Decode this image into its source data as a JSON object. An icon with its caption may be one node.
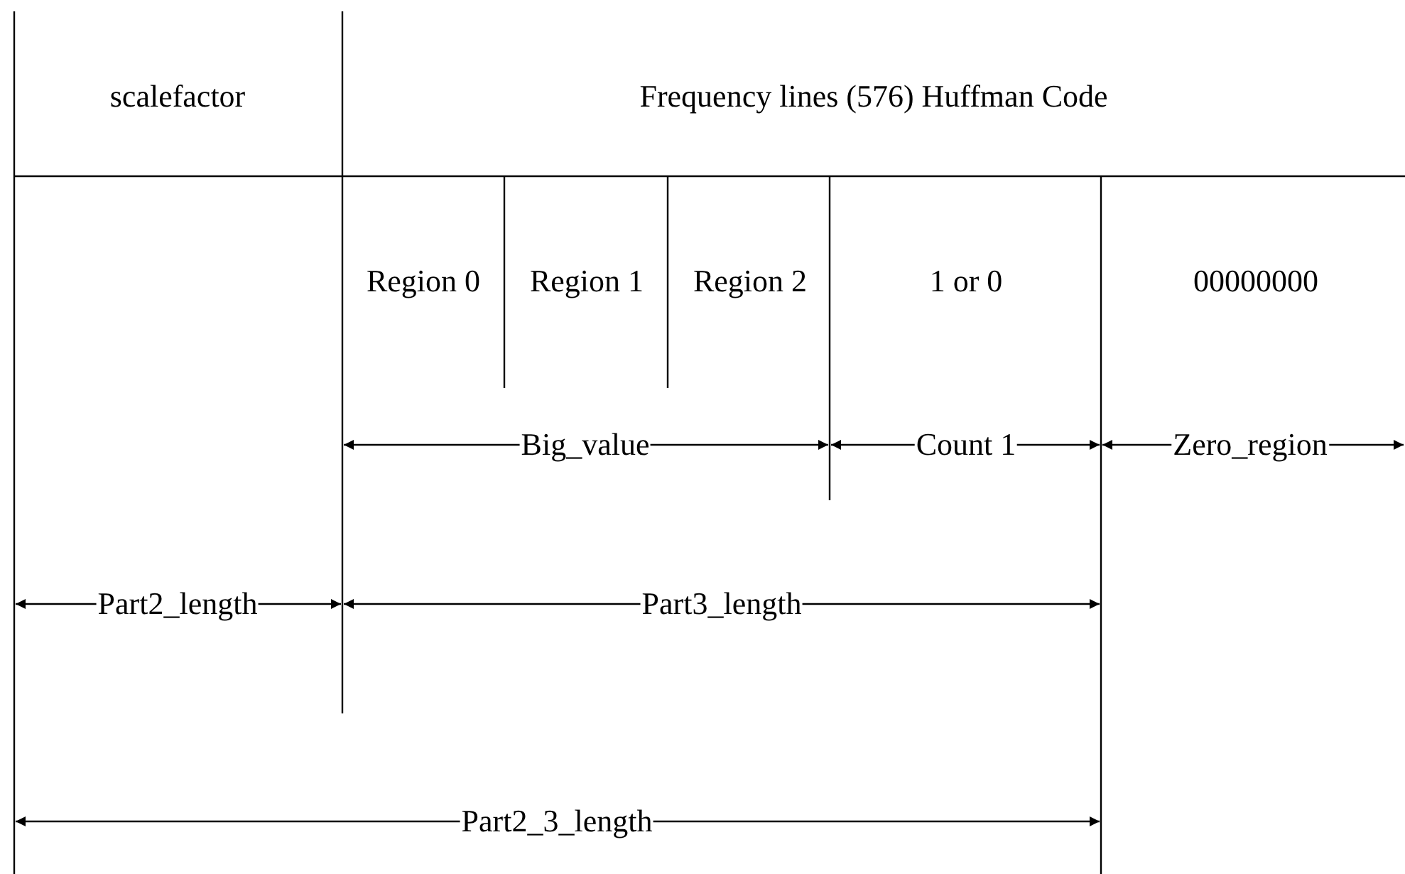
{
  "diagram": {
    "labels": [
      "scalefactor",
      "Frequency lines (576) Huffman Code",
      "Region 0",
      "Region 1",
      "Region 2",
      "1 or 0",
      "00000000",
      "Big_value",
      "Count 1",
      "Zero_region",
      "Part2_length",
      "Part3_length",
      "Part2_3_length"
    ]
  }
}
